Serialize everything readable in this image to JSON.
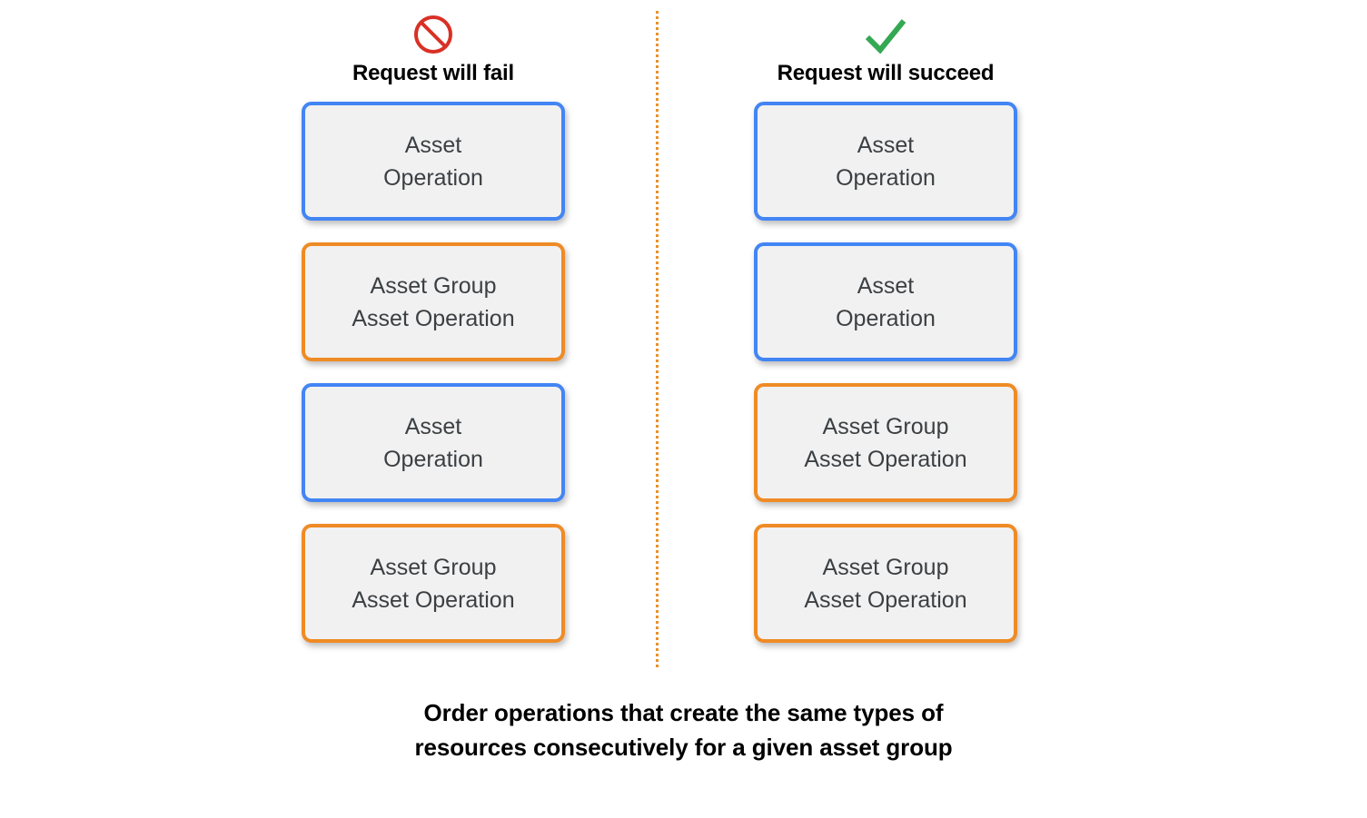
{
  "colors": {
    "blue_border": "#4285F4",
    "orange_border": "#EF8B25",
    "card_fill": "#F1F1F1",
    "card_text": "#3C4043",
    "fail_icon": "#D93025",
    "succeed_icon": "#34A853",
    "divider": "#E8912D",
    "background": "#FFFFFF"
  },
  "columns": [
    {
      "id": "fail",
      "icon": "prohibition-icon",
      "label": "Request will fail",
      "cards": [
        {
          "variant": "blue",
          "text": "Asset\nOperation"
        },
        {
          "variant": "orange",
          "text": "Asset Group\nAsset Operation"
        },
        {
          "variant": "blue",
          "text": "Asset\nOperation"
        },
        {
          "variant": "orange",
          "text": "Asset Group\nAsset Operation"
        }
      ]
    },
    {
      "id": "succeed",
      "icon": "checkmark-icon",
      "label": "Request will succeed",
      "cards": [
        {
          "variant": "blue",
          "text": "Asset\nOperation"
        },
        {
          "variant": "blue",
          "text": "Asset\nOperation"
        },
        {
          "variant": "orange",
          "text": "Asset Group\nAsset Operation"
        },
        {
          "variant": "orange",
          "text": "Asset Group\nAsset Operation"
        }
      ]
    }
  ],
  "caption": "Order operations that create the same types of\nresources consecutively for a given asset group"
}
